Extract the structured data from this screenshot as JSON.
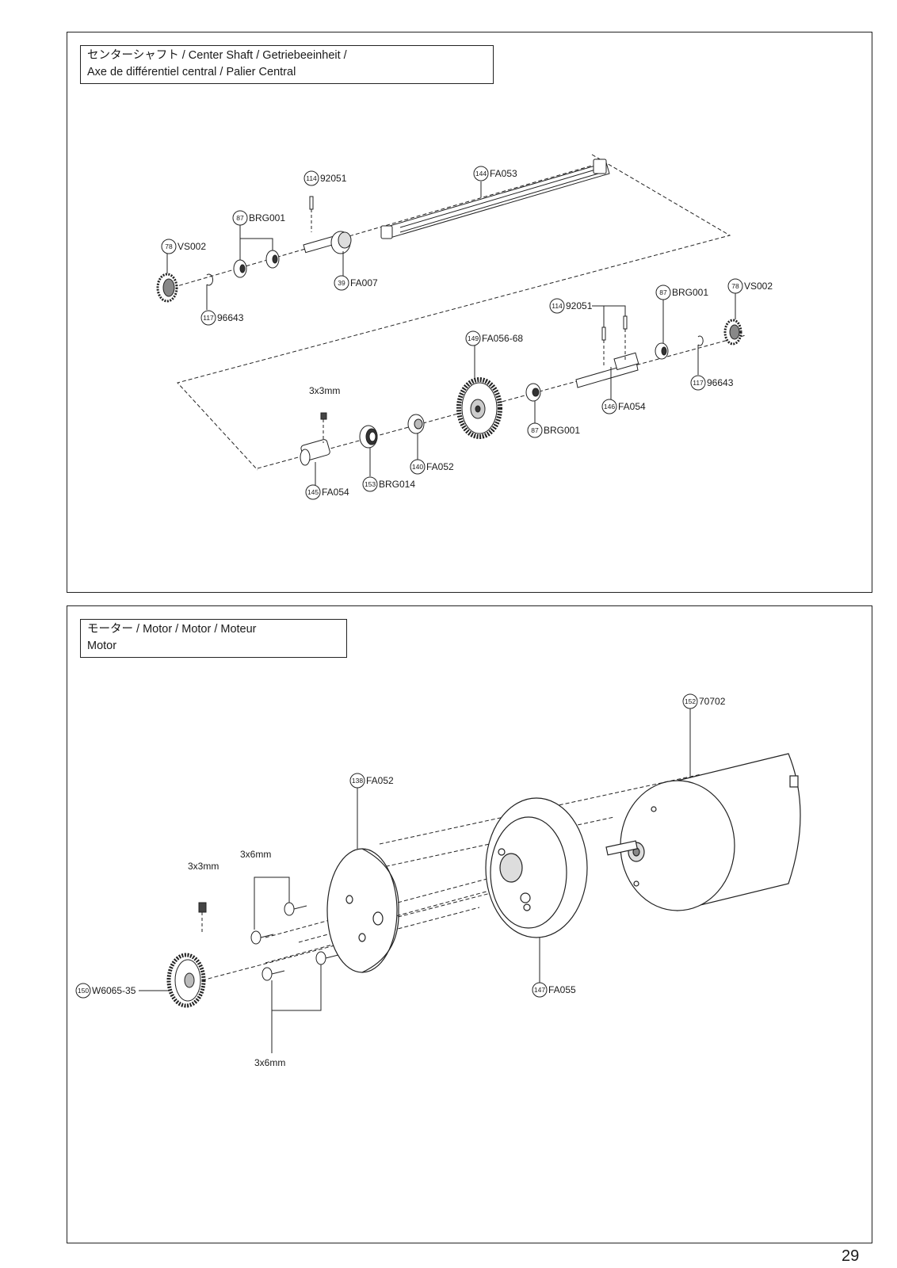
{
  "center_shaft": {
    "title_line1": "センターシャフト / Center Shaft / Getriebeeinheit /",
    "title_line2": "Axe de différentiel central / Palier Central",
    "callouts": [
      {
        "num": "114",
        "code": "92051"
      },
      {
        "num": "144",
        "code": "FA053"
      },
      {
        "num": "87",
        "code": "BRG001"
      },
      {
        "num": "78",
        "code": "VS002"
      },
      {
        "num": "39",
        "code": "FA007"
      },
      {
        "num": "117",
        "code": "96643"
      },
      {
        "num": "114",
        "code": "92051"
      },
      {
        "num": "87",
        "code": "BRG001"
      },
      {
        "num": "78",
        "code": "VS002"
      },
      {
        "num": "149",
        "code": "FA056-68"
      },
      {
        "num": "117",
        "code": "96643"
      },
      {
        "num": "146",
        "code": "FA054"
      },
      {
        "num": "87",
        "code": "BRG001"
      },
      {
        "num": "140",
        "code": "FA052"
      },
      {
        "num": "153",
        "code": "BRG014"
      },
      {
        "num": "145",
        "code": "FA054"
      }
    ],
    "screw_label": "3x3mm"
  },
  "motor": {
    "title_line1": "モーター / Motor / Motor / Moteur",
    "title_line2": "Motor",
    "callouts": [
      {
        "num": "152",
        "code": "70702"
      },
      {
        "num": "138",
        "code": "FA052"
      },
      {
        "num": "147",
        "code": "FA055"
      },
      {
        "num": "150",
        "code": "W6065-35"
      }
    ],
    "screw_labels": {
      "set_screw": "3x3mm",
      "upper_screws": "3x6mm",
      "lower_screws": "3x6mm"
    }
  },
  "page_number": "29"
}
